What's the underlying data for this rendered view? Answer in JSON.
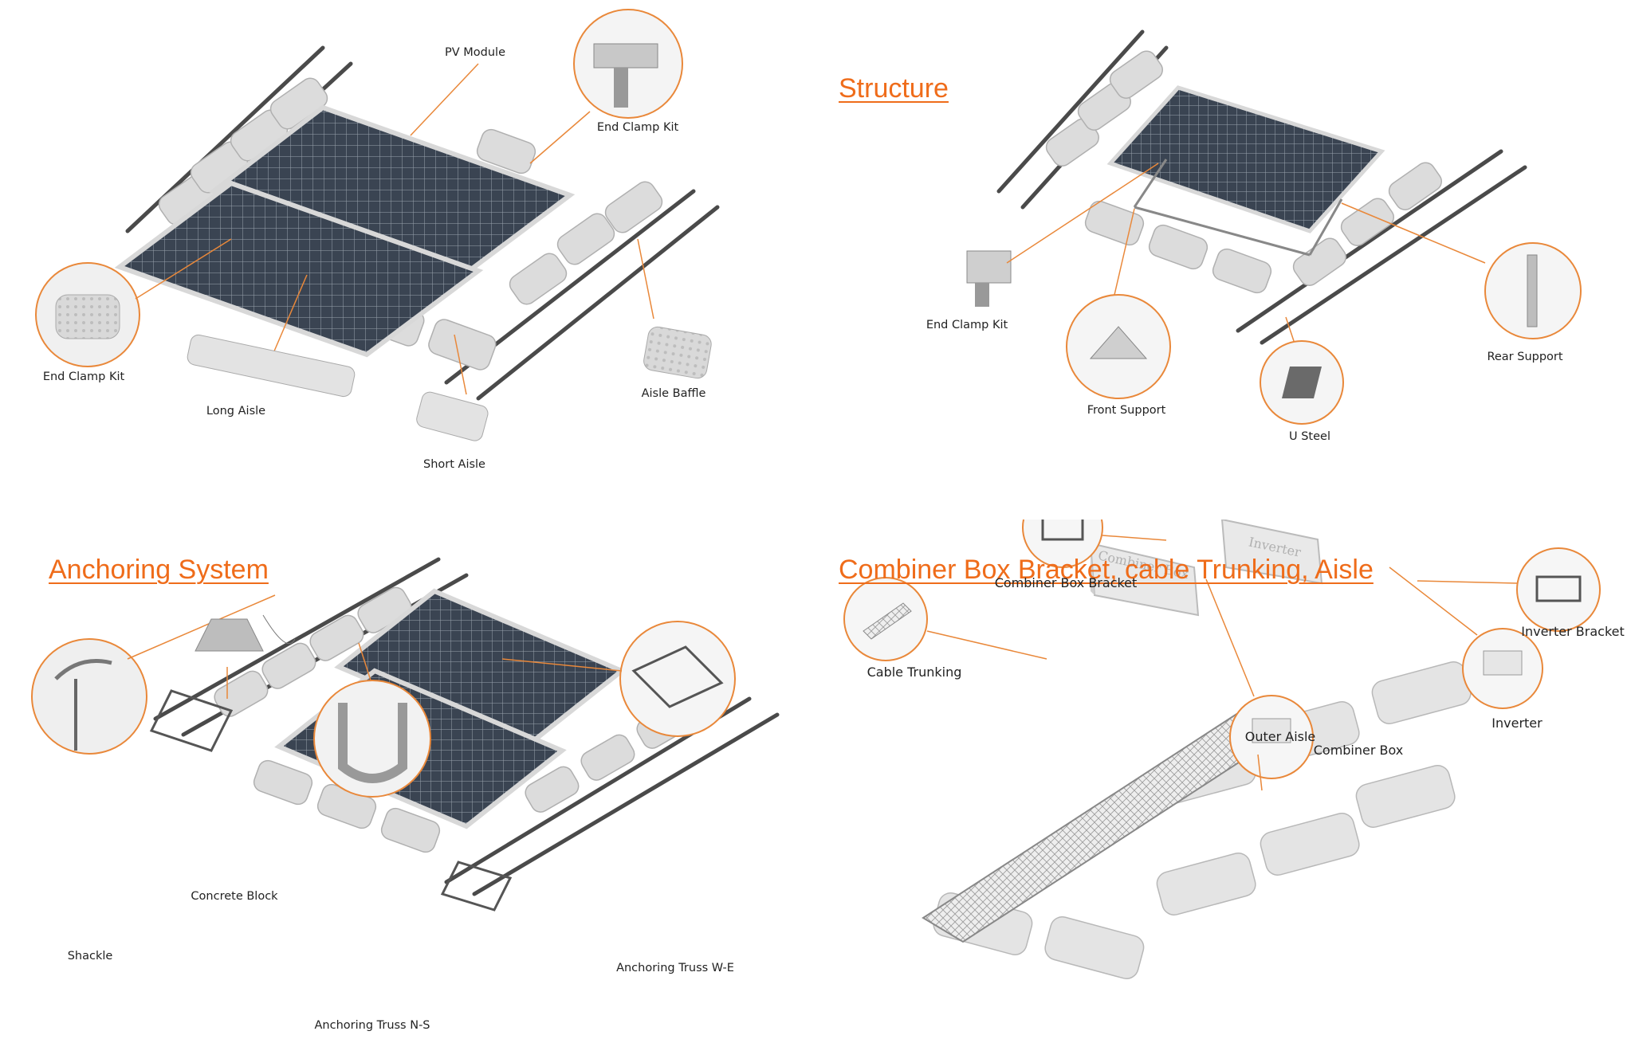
{
  "colors": {
    "accent": "#ef6c1a",
    "callout_ring": "#e9883a",
    "panel_cell": "#3a4452",
    "float": "#dcdcdc",
    "rail": "#4a4a4a"
  },
  "panels": {
    "top_left": {
      "labels": {
        "pv_module": "PV Module",
        "end_clamp_kit_top": "End Clamp Kit",
        "end_clamp_kit_left": "End Clamp Kit",
        "long_aisle": "Long Aisle",
        "short_aisle": "Short Aisle",
        "aisle_baffle": "Aisle Baffle"
      }
    },
    "top_right": {
      "heading": "Structure",
      "labels": {
        "end_clamp_kit": "End Clamp Kit",
        "front_support": "Front Support",
        "u_steel": "U Steel",
        "rear_support": "Rear Support"
      }
    },
    "bottom_left": {
      "heading": "Anchoring System",
      "labels": {
        "shackle": "Shackle",
        "concrete_block": "Concrete Block",
        "anchoring_truss_ns": "Anchoring Truss N-S",
        "anchoring_truss_we": "Anchoring Truss W-E"
      }
    },
    "bottom_right": {
      "heading": "Combiner Box Bracket, cable Trunking, Aisle",
      "labels": {
        "combiner_box_bracket": "Combiner Box Bracket",
        "cable_trunking": "Cable Trunking",
        "outer_aisle": "Outer Aisle",
        "combiner_box": "Combiner Box",
        "inverter": "Inverter",
        "inverter_bracket": "Inverter Bracket"
      },
      "box_texts": {
        "combiner": "Combiner Box",
        "inverter": "Inverter"
      }
    }
  }
}
